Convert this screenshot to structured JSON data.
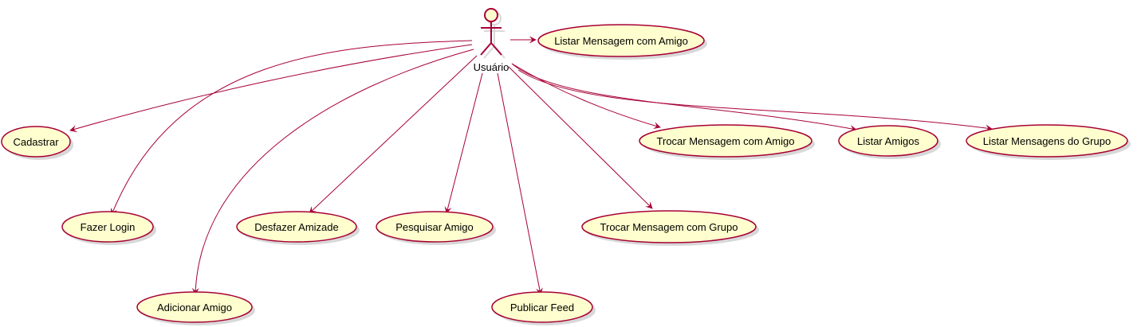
{
  "colors": {
    "stroke": "#A80036",
    "fill": "#FEFECE",
    "shadow": "#D8D8D8",
    "text": "#000000"
  },
  "actor": {
    "label": "Usuário"
  },
  "use_cases": [
    {
      "id": "listar-mensagem-amigo",
      "label": "Listar Mensagem com Amigo"
    },
    {
      "id": "cadastrar",
      "label": "Cadastrar"
    },
    {
      "id": "fazer-login",
      "label": "Fazer Login"
    },
    {
      "id": "adicionar-amigo",
      "label": "Adicionar Amigo"
    },
    {
      "id": "desfazer-amizade",
      "label": "Desfazer Amizade"
    },
    {
      "id": "pesquisar-amigo",
      "label": "Pesquisar Amigo"
    },
    {
      "id": "publicar-feed",
      "label": "Publicar Feed"
    },
    {
      "id": "trocar-mensagem-grupo",
      "label": "Trocar Mensagem com Grupo"
    },
    {
      "id": "trocar-mensagem-amigo",
      "label": "Trocar Mensagem com Amigo"
    },
    {
      "id": "listar-amigos",
      "label": "Listar Amigos"
    },
    {
      "id": "listar-mensagens-grupo",
      "label": "Listar Mensagens do Grupo"
    }
  ]
}
